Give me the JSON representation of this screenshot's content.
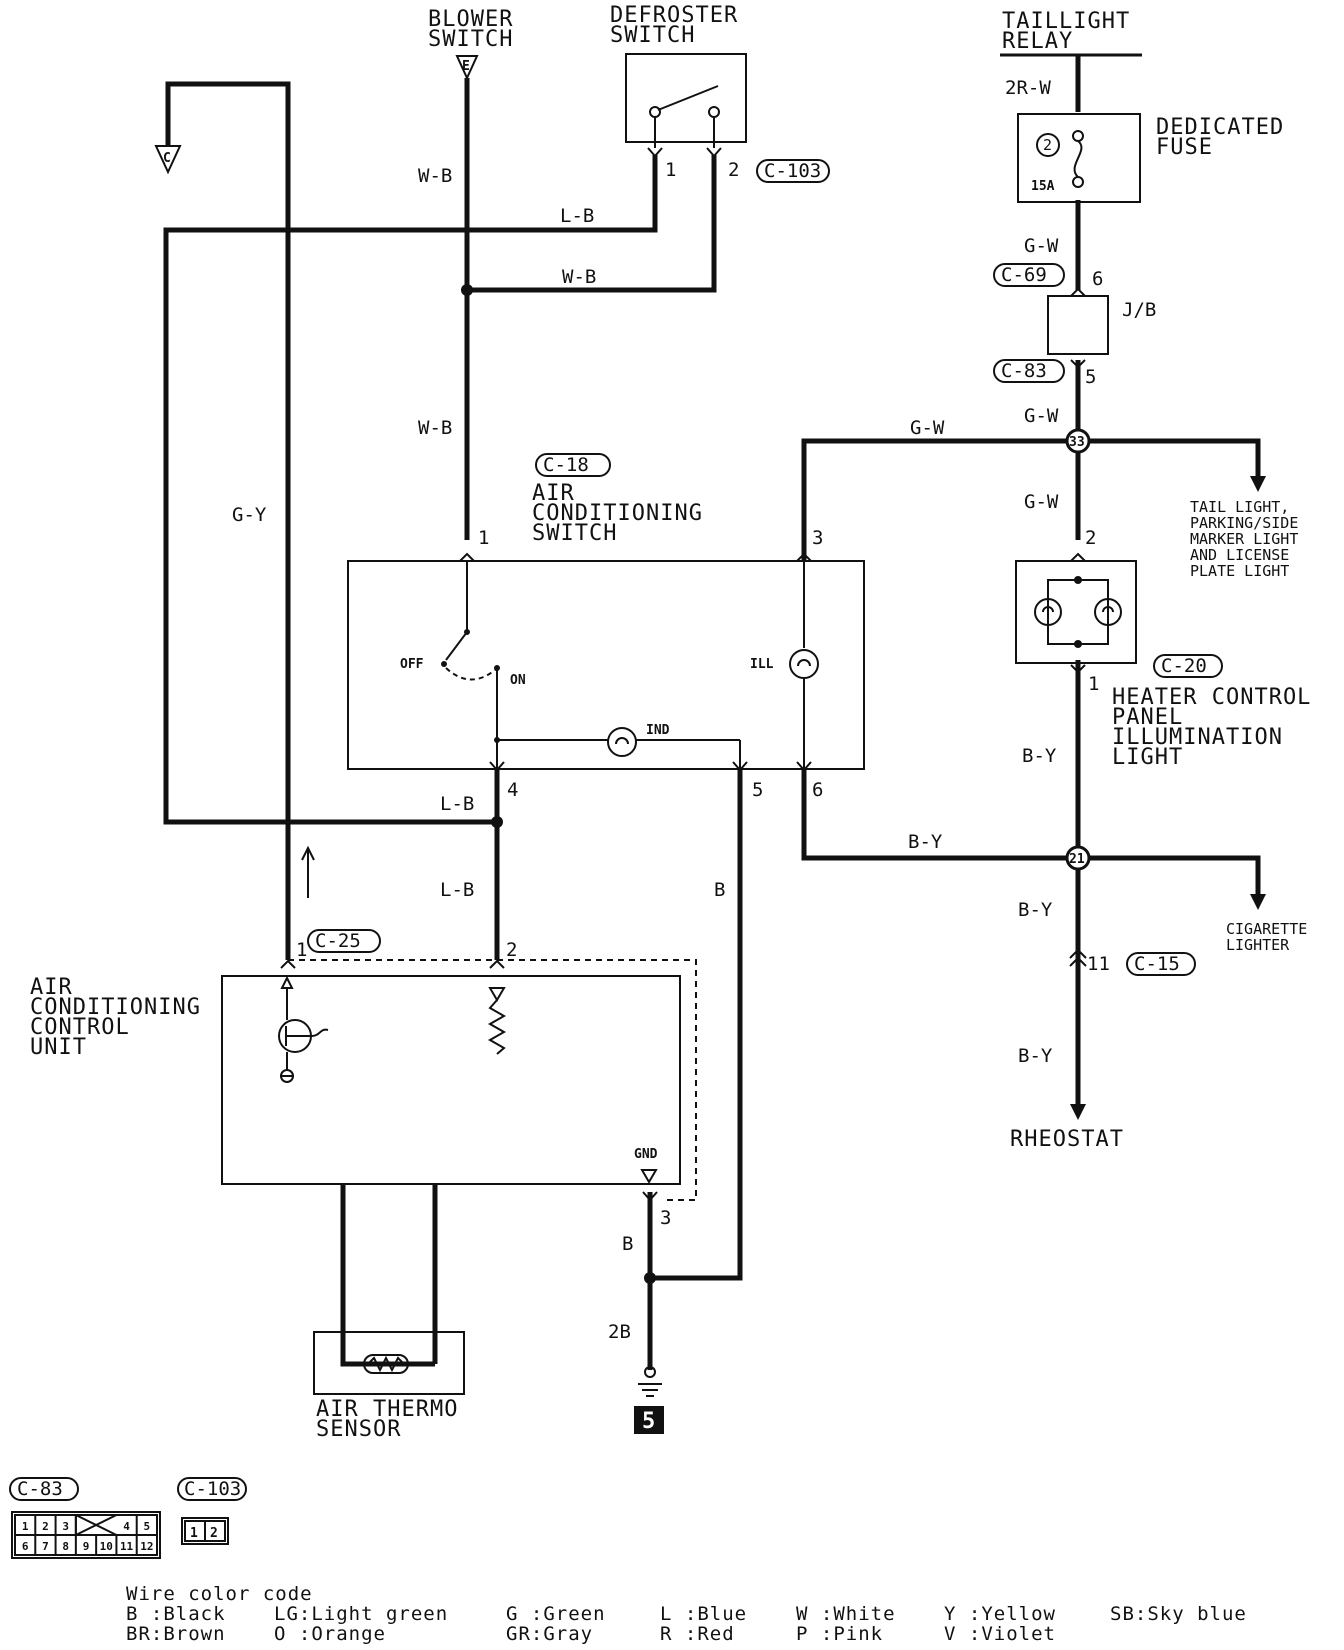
{
  "labels": {
    "blower_switch": [
      "BLOWER",
      "SWITCH"
    ],
    "blower_switch_term": "E",
    "defroster_switch": [
      "DEFROSTER",
      "SWITCH"
    ],
    "taillight_relay": [
      "TAILLIGHT",
      "RELAY"
    ],
    "dedicated_fuse": [
      "DEDICATED",
      "FUSE"
    ],
    "fuse_no": "2",
    "fuse_rating": "15A",
    "jb": "J/B",
    "ground_c": "C",
    "ac_switch": [
      "AIR",
      "CONDITIONING",
      "SWITCH"
    ],
    "tail_light": [
      "TAIL LIGHT,",
      "PARKING/SIDE",
      "MARKER LIGHT",
      "AND LICENSE",
      "PLATE LIGHT"
    ],
    "heater_panel": [
      "HEATER CONTROL",
      "PANEL",
      "ILLUMINATION",
      "LIGHT"
    ],
    "cigarette_lighter": [
      "CIGARETTE",
      "LIGHTER"
    ],
    "rheostat": "RHEOSTAT",
    "ac_control_unit": [
      "AIR",
      "CONDITIONING",
      "CONTROL",
      "UNIT"
    ],
    "air_thermo_sensor": [
      "AIR THERMO",
      "SENSOR"
    ],
    "off": "OFF",
    "on": "ON",
    "ill": "ILL",
    "ind": "IND",
    "gnd": "GND",
    "ground_point": "5",
    "junction_33": "33",
    "junction_21": "21"
  },
  "connectors": {
    "c103": "C-103",
    "c18": "C-18",
    "c69": "C-69",
    "c83": "C-83",
    "c20": "C-20",
    "c25": "C-25",
    "c15": "C-15"
  },
  "wires": {
    "w_b_1": "W-B",
    "l_b_1": "L-B",
    "w_b_2": "W-B",
    "w_b_3": "W-B",
    "g_y": "G-Y",
    "r2_w": "2R-W",
    "g_w_1": "G-W",
    "g_w_2": "G-W",
    "g_w_3": "G-W",
    "g_w_4": "G-W",
    "l_b_2": "L-B",
    "l_b_3": "L-B",
    "b_1": "B",
    "b_2": "B",
    "b2": "2B",
    "b_y_1": "B-Y",
    "b_y_2": "B-Y",
    "b_y_3": "B-Y",
    "b_y_4": "B-Y"
  },
  "pins": {
    "d1": "1",
    "d2": "2",
    "s1": "1",
    "s3": "3",
    "s4": "4",
    "s5": "5",
    "s6": "6",
    "f6": "6",
    "f5": "5",
    "h2": "2",
    "h1": "1",
    "u1": "1",
    "u2": "2",
    "u3": "3",
    "l11": "11"
  },
  "connector_faces": {
    "c83_title": "C-83",
    "c83_top": [
      "1",
      "2",
      "3",
      "4",
      "5"
    ],
    "c83_bottom": [
      "6",
      "7",
      "8",
      "9",
      "10",
      "11",
      "12"
    ],
    "c103_title": "C-103",
    "c103_pins": [
      "1",
      "2"
    ]
  },
  "legend": {
    "title": "Wire color code",
    "row1": [
      "B :Black",
      "LG:Light green",
      "G :Green",
      "L :Blue",
      "W :White",
      "Y :Yellow",
      "SB:Sky blue"
    ],
    "row2": [
      "BR:Brown",
      "O :Orange",
      "GR:Gray",
      "R :Red",
      "P :Pink",
      "V :Violet"
    ]
  }
}
